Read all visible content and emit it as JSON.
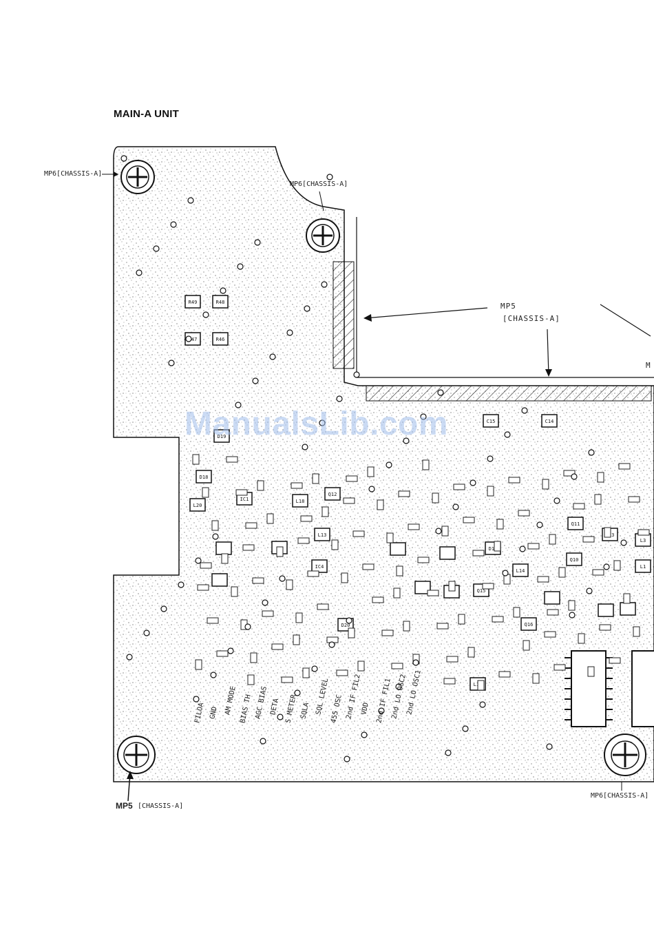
{
  "title": "MAIN-A UNIT",
  "watermark": "ManualsLib.com",
  "mounting_labels": {
    "mp6_top_left": "MP6[CHASSIS-A]",
    "mp6_top_mid": "MP6[CHASSIS-A]",
    "mp5_mid": "MP5",
    "mp5_mid_sub": "[CHASSIS-A]",
    "mp5_right_fragment": "M",
    "mp5_bottom_left_bold": "MP5",
    "mp5_bottom_left_sub": "[CHASSIS-A]",
    "mp6_bottom_right": "MP6[CHASSIS-A]"
  },
  "test_points": [
    "FILOA",
    "GND",
    "AM MODE",
    "BIAS TH",
    "AGC BIAS",
    "DETA",
    "S METER",
    "SQLA",
    "SQL LEVEL",
    "455 OSC",
    "2nd IF FIL2",
    "VDD",
    "2nd IF FIL1",
    "2nd LO OSC2",
    "2nd LO OSC1"
  ],
  "components": [
    "R49",
    "R48",
    "R47",
    "R46",
    "D19",
    "D18",
    "L20",
    "Q12",
    "L18",
    "IC1",
    "L13",
    "IC4",
    "L3",
    "L1",
    "L14",
    "Q15",
    "Q16",
    "C15",
    "C14",
    "D20",
    "L12",
    "Q11",
    "Q13",
    "D13",
    "Q10"
  ]
}
